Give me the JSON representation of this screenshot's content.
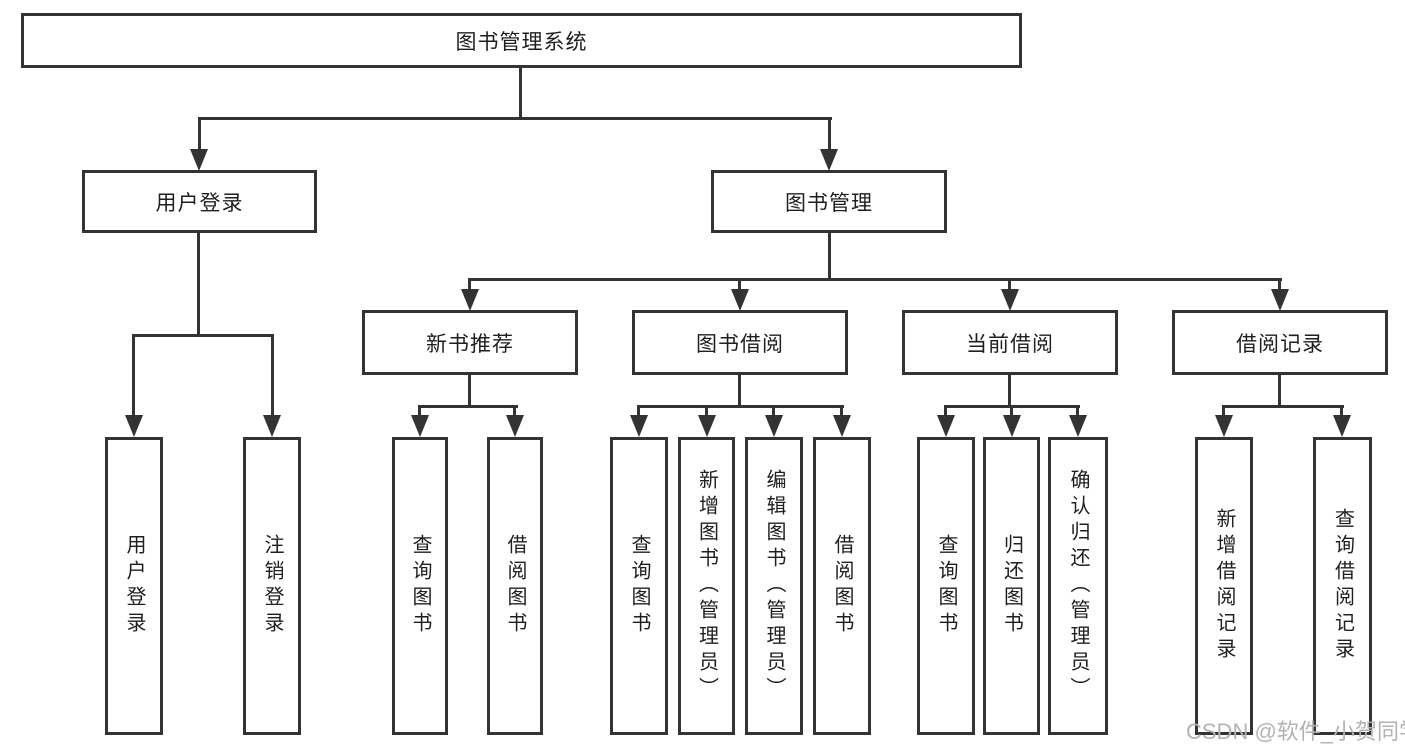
{
  "diagram": {
    "root": {
      "label": "图书管理系统"
    },
    "level2": {
      "user_login": {
        "label": "用户登录"
      },
      "book_management": {
        "label": "图书管理"
      }
    },
    "level3": {
      "new_book_recommend": {
        "label": "新书推荐"
      },
      "book_borrowing": {
        "label": "图书借阅"
      },
      "current_borrowing": {
        "label": "当前借阅"
      },
      "borrow_records": {
        "label": "借阅记录"
      }
    },
    "leaves": {
      "user_login": {
        "label": "用户登录"
      },
      "logout": {
        "label": "注销登录"
      },
      "query_books_recommend": {
        "label": "查询图书"
      },
      "borrow_books_recommend": {
        "label": "借阅图书"
      },
      "query_books_borrowing": {
        "label": "查询图书"
      },
      "add_books_admin": {
        "label": "新增图书（管理员）"
      },
      "edit_books_admin": {
        "label": "编辑图书（管理员）"
      },
      "borrow_books_borrowing": {
        "label": "借阅图书"
      },
      "query_books_current": {
        "label": "查询图书"
      },
      "return_books": {
        "label": "归还图书"
      },
      "confirm_return_admin": {
        "label": "确认归还（管理员）"
      },
      "add_borrow_record": {
        "label": "新增借阅记录"
      },
      "query_borrow_record": {
        "label": "查询借阅记录"
      }
    }
  },
  "watermark": {
    "text": "CSDN @软件_小贺同学"
  },
  "colors": {
    "line": "#333333",
    "border": "#333333",
    "fill": "#ffffff",
    "text": "#1f1f1f",
    "watermark": "#b3b3b3"
  }
}
